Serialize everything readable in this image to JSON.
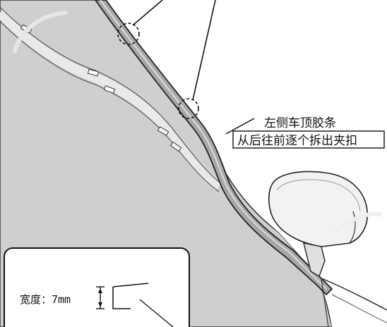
{
  "callout": {
    "line1": "左侧车顶胶条",
    "line2": "从后往前逐个拆出夹扣"
  },
  "inset": {
    "width_label": "宽度：7mm"
  },
  "colors": {
    "body_panel": "#c8c8c8",
    "glass": "#d6d6d6",
    "outline": "#222222",
    "strip": "#9a9a9a"
  }
}
